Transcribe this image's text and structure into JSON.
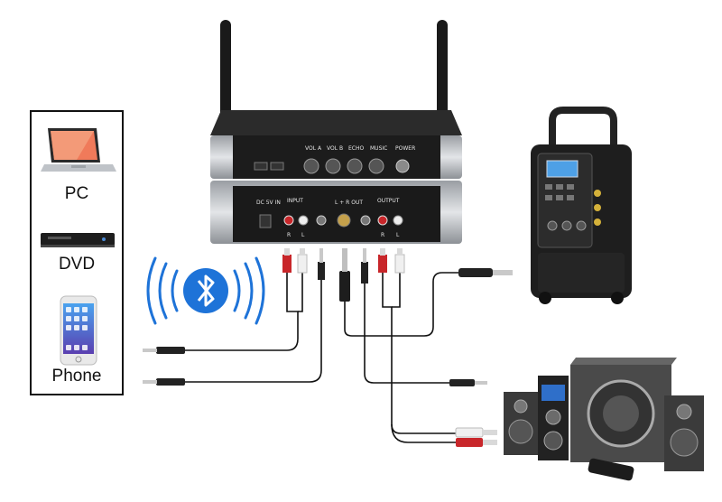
{
  "sources": [
    {
      "label": "PC",
      "icon": "laptop-icon"
    },
    {
      "label": "DVD",
      "icon": "dvd-player-icon"
    },
    {
      "label": "Phone",
      "icon": "smartphone-icon"
    }
  ],
  "receiver": {
    "front_controls": [
      "VOL A",
      "VOL B",
      "ECHO",
      "MUSIC",
      "POWER"
    ],
    "rear_labels": {
      "dc": "DC 5V IN",
      "input": "INPUT",
      "out": "L + R OUT",
      "output": "OUTPUT",
      "r": "R",
      "l": "L"
    }
  },
  "bluetooth": {
    "icon": "bluetooth-icon"
  },
  "colors": {
    "bluetooth_blue": "#1e73d8",
    "rca_red": "#d42a2a",
    "rca_white": "#f2f2f2",
    "device_black": "#1b1b1b",
    "cable": "#111111"
  }
}
